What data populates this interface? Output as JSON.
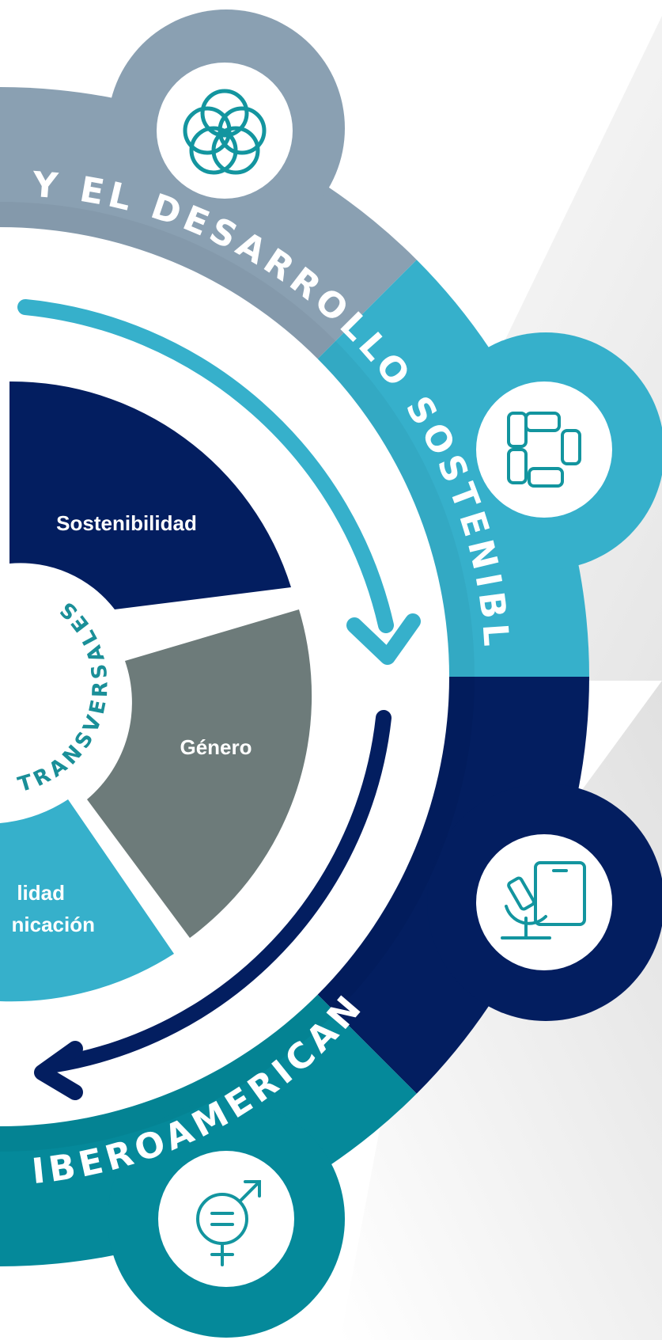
{
  "ring": {
    "title_top": "Y EL DESARROLLO SOSTENIBLE",
    "title_bottom": "IBEROAMERICANA"
  },
  "inner": {
    "transversales": "TRANSVERSALES",
    "segments": [
      {
        "label": "Sostenibilidad"
      },
      {
        "label": "Género"
      },
      {
        "label_line1": "lidad",
        "label_line2": "nicación"
      }
    ]
  },
  "icons": {
    "top": "flower-circles-icon",
    "upper_right": "hands-cooperation-icon",
    "lower_right": "microscope-tablet-icon",
    "bottom": "gender-equality-icon"
  },
  "colors": {
    "grey_blue": "#8aa0b2",
    "light_blue": "#36b0cb",
    "navy": "#031e60",
    "teal": "#05899a",
    "grey_segment": "#6d7b7a",
    "icon_stroke": "#13959f"
  }
}
